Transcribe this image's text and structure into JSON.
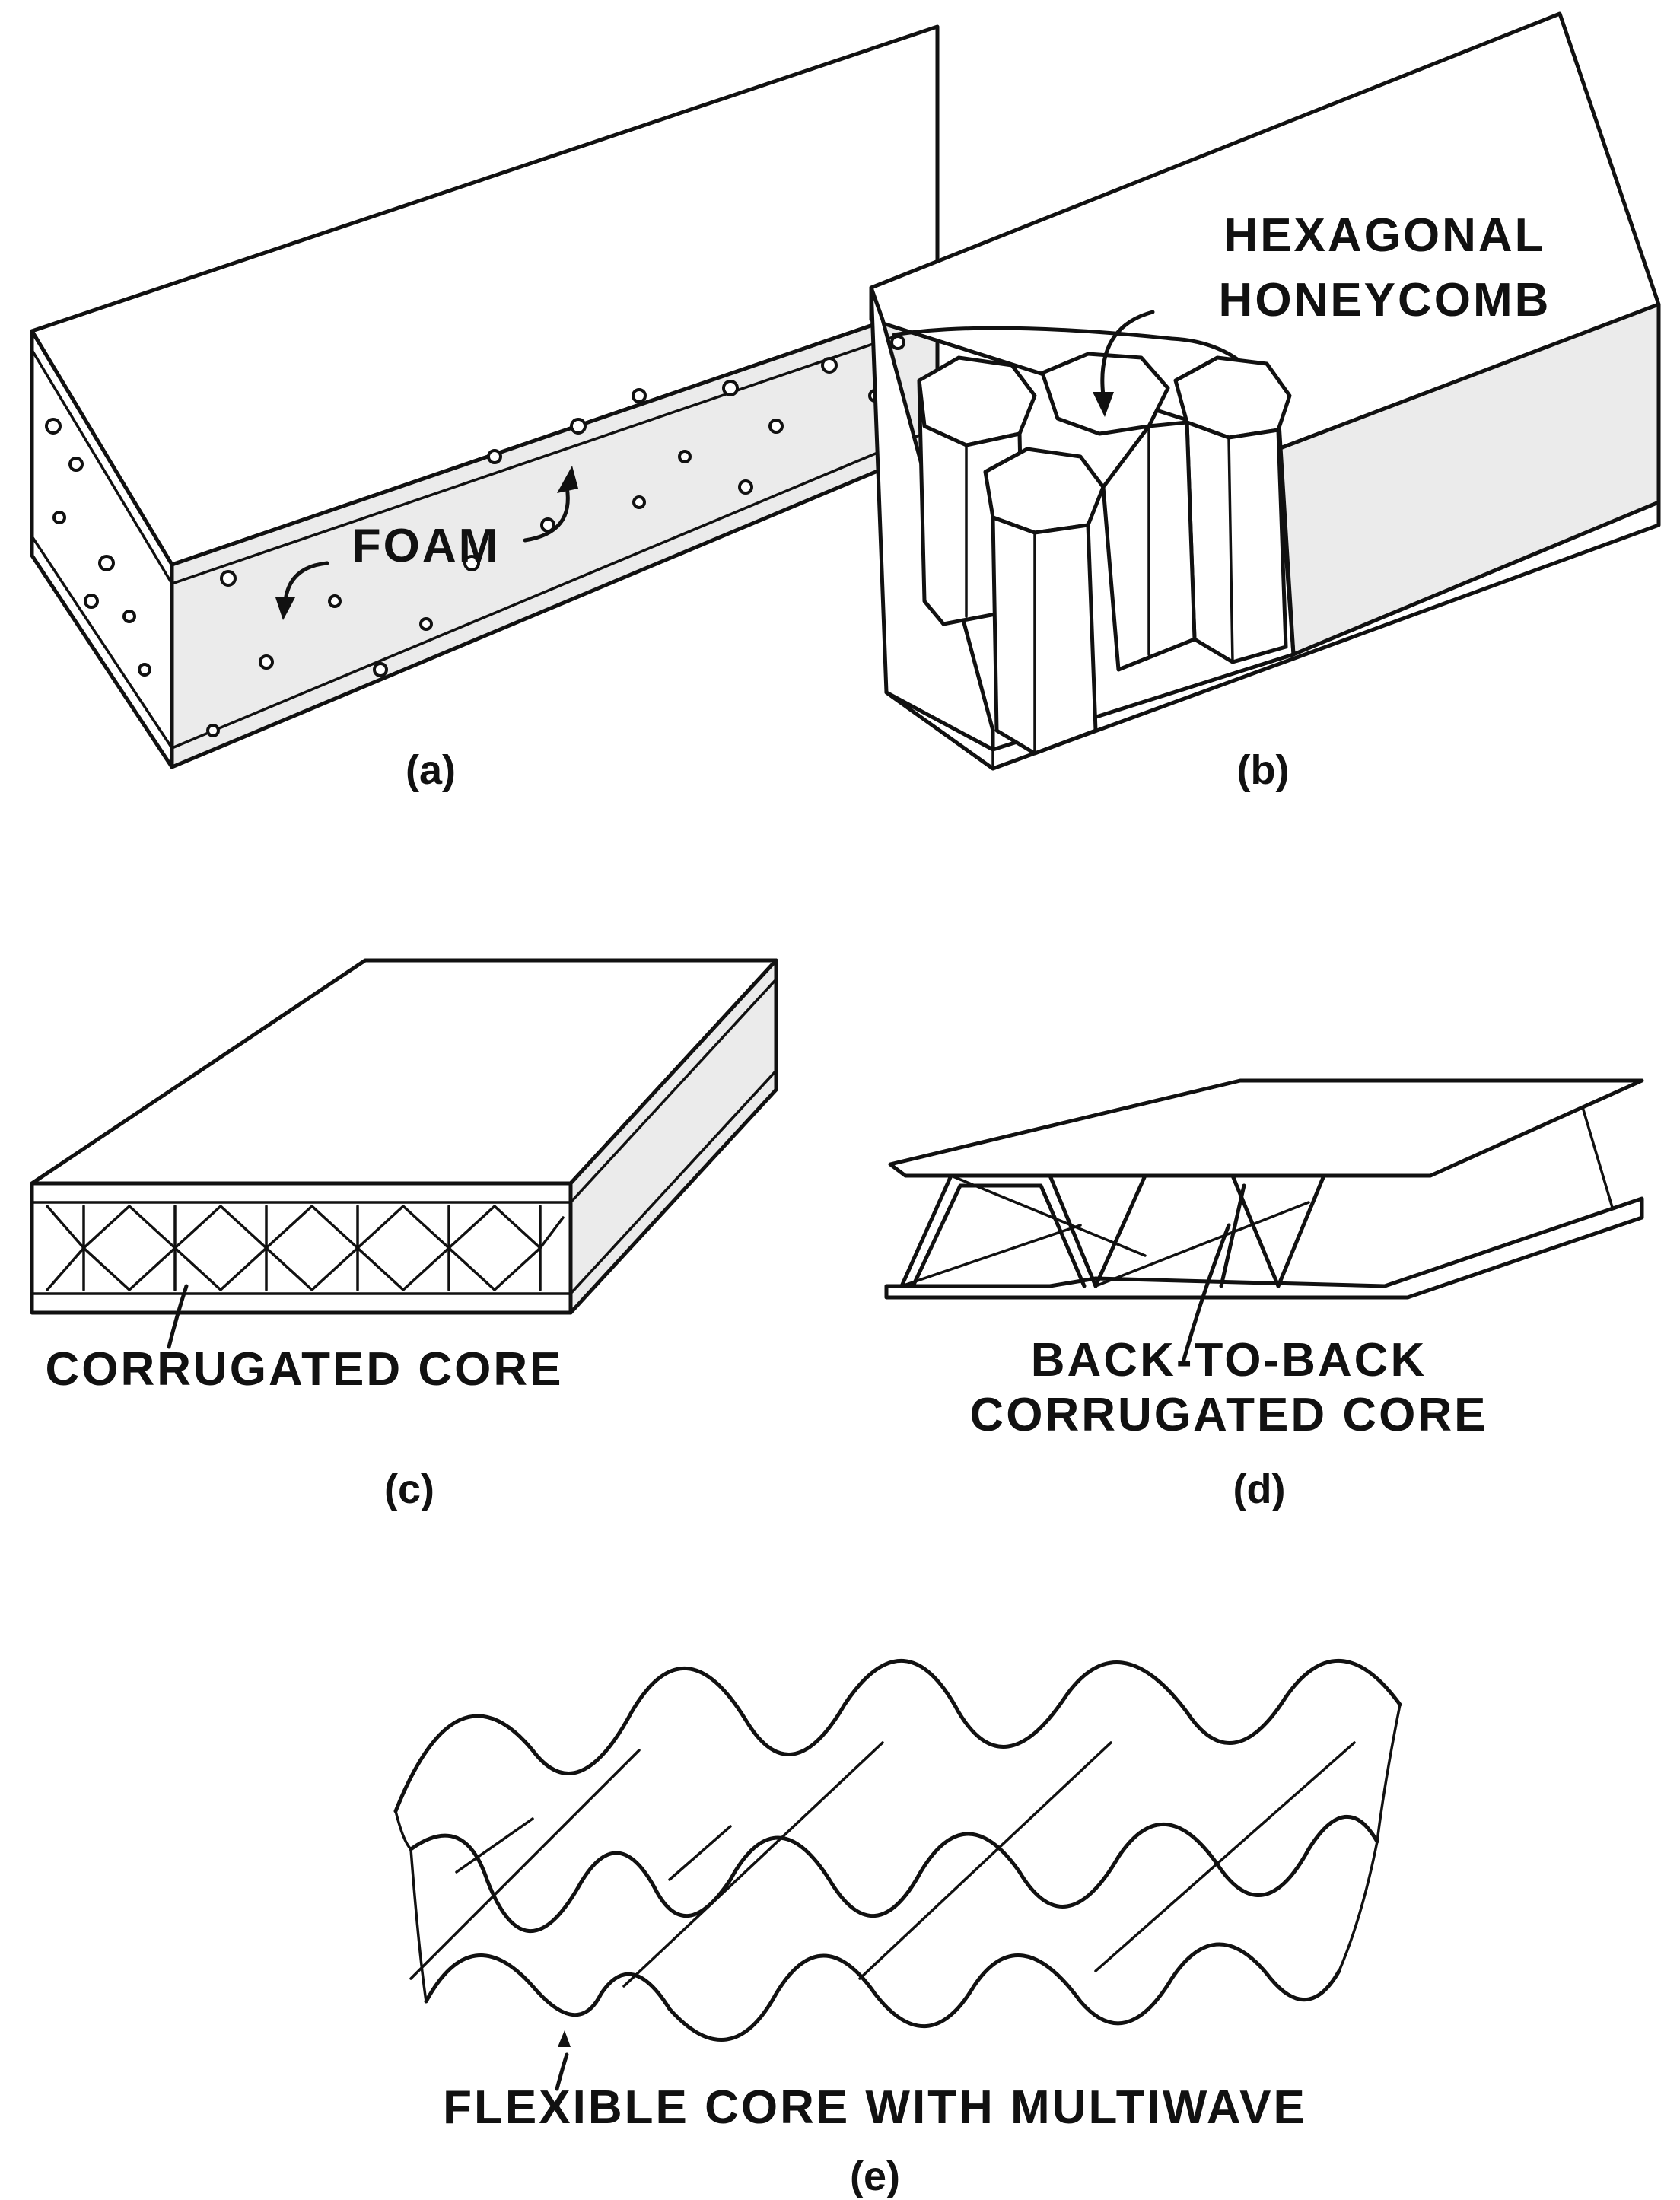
{
  "panels": {
    "a": {
      "caption": "(a)",
      "label": "FOAM"
    },
    "b": {
      "caption": "(b)",
      "label_line1": "HEXAGONAL",
      "label_line2": "HONEYCOMB"
    },
    "c": {
      "caption": "(c)",
      "label": "CORRUGATED CORE"
    },
    "d": {
      "caption": "(d)",
      "label_line1": "BACK-TO-BACK",
      "label_line2": "CORRUGATED CORE"
    },
    "e": {
      "caption": "(e)",
      "label": "FLEXIBLE CORE WITH MULTIWAVE"
    }
  }
}
